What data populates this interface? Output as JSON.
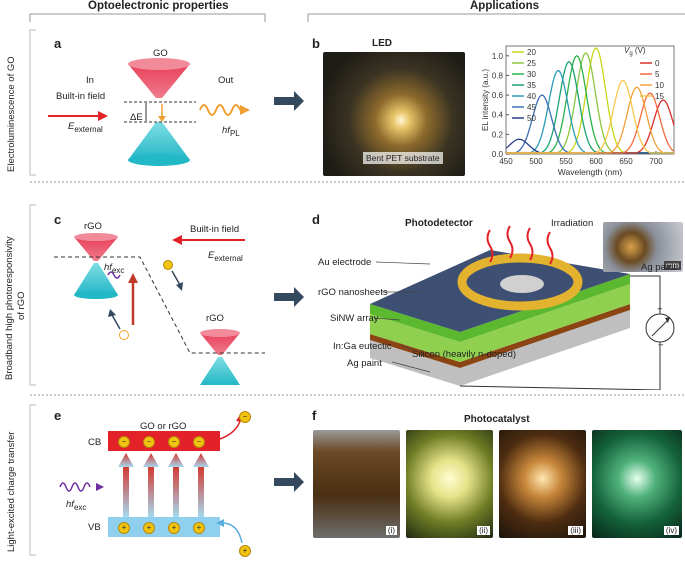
{
  "header": {
    "left": "Optoelectronic properties",
    "right": "Applications"
  },
  "row_labels": [
    "Electroluminescence of GO",
    "Broadband high photoresponsivity",
    "of rGO",
    "Light-excited charge transfer"
  ],
  "panel_a": {
    "letter": "a",
    "material": "GO",
    "in_label": "In",
    "field_label": "Built-in field",
    "e_sym": "E",
    "e_sub": "external",
    "delta": "ΔE",
    "out_label": "Out",
    "hf": "hf",
    "hf_sub": "PL"
  },
  "panel_b": {
    "letter": "b",
    "title": "LED",
    "caption": "Bent PET substrate"
  },
  "panel_c": {
    "letter": "c",
    "material_left": "rGO",
    "material_right": "rGO",
    "field_label": "Built-in field",
    "e_sym": "E",
    "e_sub": "external",
    "hf": "hf",
    "hf_sub": "exc"
  },
  "panel_d": {
    "letter": "d",
    "title": "Photodetector",
    "irradiation": "Irradiation",
    "labels": [
      "Au electrode",
      "rGO nanosheets",
      "SiNW array",
      "In:Ga eutectic",
      "Ag paint"
    ],
    "ag_paint_top": "Ag paint",
    "silicon": "Silicon (heavily n-doped)",
    "scale": "mm",
    "plus": "+",
    "minus": "−"
  },
  "panel_e": {
    "letter": "e",
    "title": "GO or rGO",
    "cb": "CB",
    "vb": "VB",
    "hf": "hf",
    "hf_sub": "exc",
    "electron": "−",
    "hole": "+"
  },
  "panel_f": {
    "letter": "f",
    "title": "Photocatalyst",
    "photos": [
      "(i)",
      "(ii)",
      "(iii)",
      "(iv)"
    ]
  },
  "colors": {
    "cone_top": "#e8405a",
    "cone_bottom": "#2ec4d0",
    "cb": "#e32128",
    "vb": "#8fd0ef",
    "arrow": "#34495e"
  },
  "chart_data": {
    "type": "line",
    "xlabel": "Wavelength (nm)",
    "ylabel": "EL intensity (a.u.)",
    "xlim": [
      450,
      730
    ],
    "ylim": [
      0,
      1.1
    ],
    "xticks": [
      450,
      500,
      550,
      600,
      650,
      700
    ],
    "yticks": [
      0,
      0.2,
      0.4,
      0.6,
      0.8,
      1.0
    ],
    "legend_title": "V",
    "legend_title_sub": "g",
    "legend_title_unit": "(V)",
    "legend_placement": "top",
    "series": [
      {
        "name": "20",
        "color": "#c7d61a",
        "peak": 600,
        "amp": 1.08
      },
      {
        "name": "25",
        "color": "#8dc63f",
        "peak": 583,
        "amp": 1.03
      },
      {
        "name": "30",
        "color": "#2bb24c",
        "peak": 568,
        "amp": 1.0
      },
      {
        "name": "35",
        "color": "#1aa36f",
        "peak": 555,
        "amp": 0.94
      },
      {
        "name": "40",
        "color": "#2c9bb5",
        "peak": 537,
        "amp": 0.85
      },
      {
        "name": "45",
        "color": "#3c6fb4",
        "peak": 510,
        "amp": 0.6
      },
      {
        "name": "50",
        "color": "#2b3f8c",
        "peak": 472,
        "amp": 0.15
      },
      {
        "name": "0",
        "color": "#d9302c",
        "peak": 712,
        "amp": 0.55
      },
      {
        "name": "5",
        "color": "#f06a3a",
        "peak": 690,
        "amp": 0.62
      },
      {
        "name": "10",
        "color": "#f59f3a",
        "peak": 668,
        "amp": 0.68
      },
      {
        "name": "15",
        "color": "#f6c94c",
        "peak": 645,
        "amp": 0.75
      }
    ]
  }
}
